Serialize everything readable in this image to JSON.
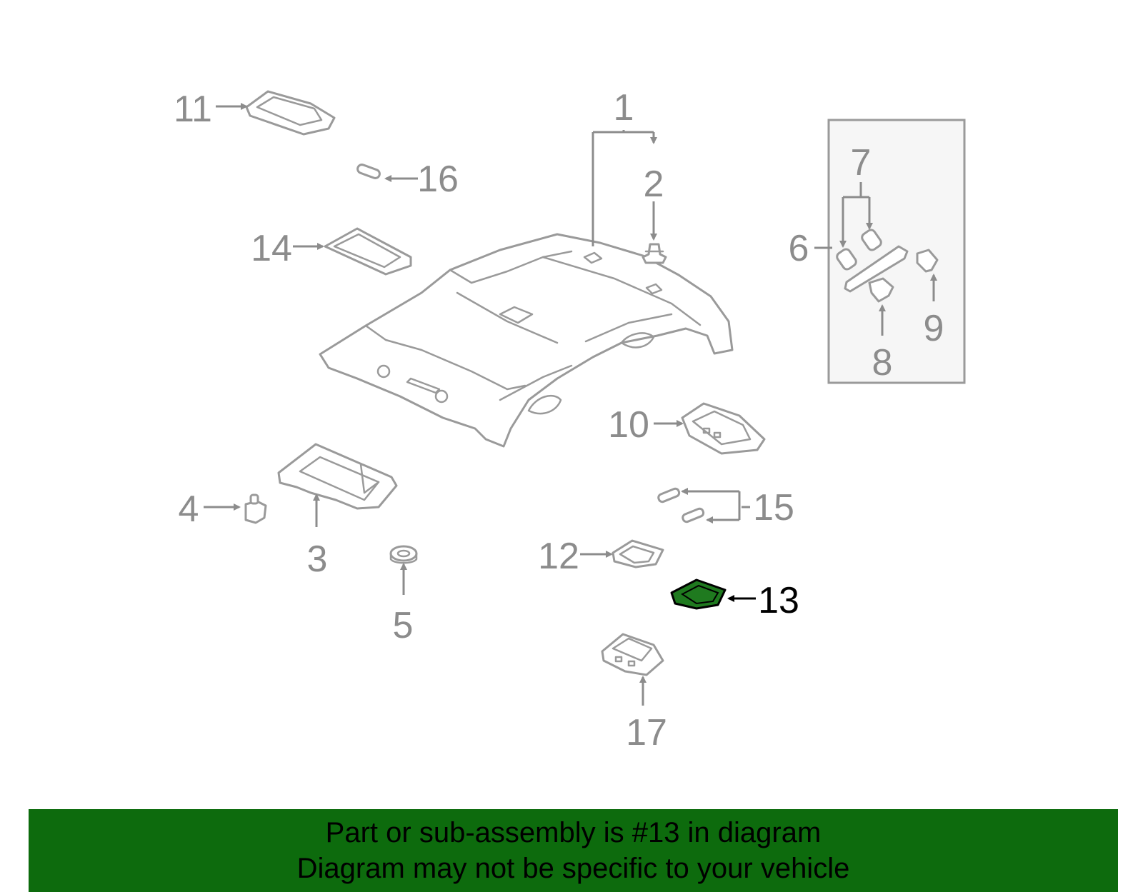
{
  "callouts": {
    "c1": "1",
    "c2": "2",
    "c3": "3",
    "c4": "4",
    "c5": "5",
    "c6": "6",
    "c7": "7",
    "c8": "8",
    "c9": "9",
    "c10": "10",
    "c11": "11",
    "c12": "12",
    "c13": "13",
    "c14": "14",
    "c15": "15",
    "c16": "16",
    "c17": "17"
  },
  "highlighted_part": "13",
  "colors": {
    "line_gray": "#9a9a9a",
    "highlight_fill": "#1f7a1f",
    "banner_green": "#0d6b0d",
    "inset_fill": "#f6f6f6"
  },
  "banner": {
    "line1": "Part or sub-assembly is #13 in diagram",
    "line2": "Diagram may not be specific to your vehicle"
  }
}
